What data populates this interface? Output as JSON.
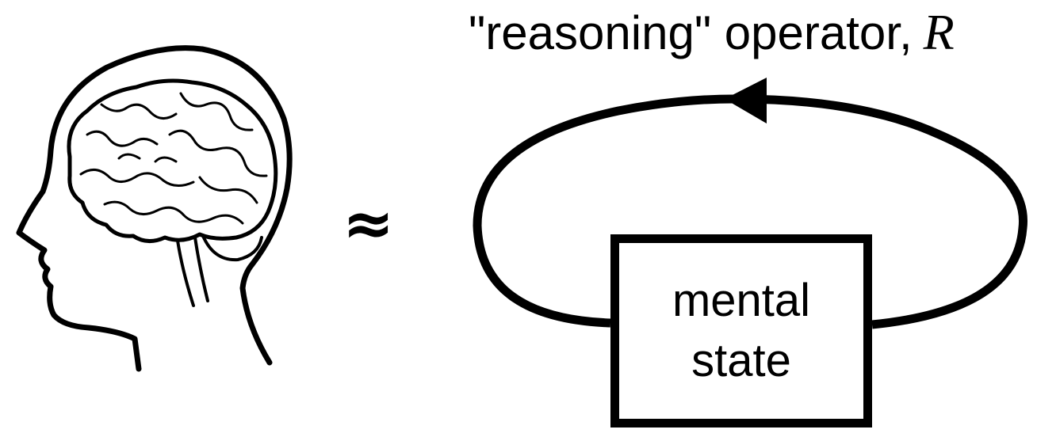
{
  "operator_label": {
    "text": "\"reasoning\" operator,",
    "symbol": "R"
  },
  "approx_symbol": "≈",
  "state_box": {
    "line1": "mental",
    "line2": "state"
  },
  "icons": {
    "head": "head-with-brain-icon",
    "arrow": "arrowhead-left-icon"
  },
  "colors": {
    "stroke": "#000000",
    "background": "#ffffff"
  }
}
